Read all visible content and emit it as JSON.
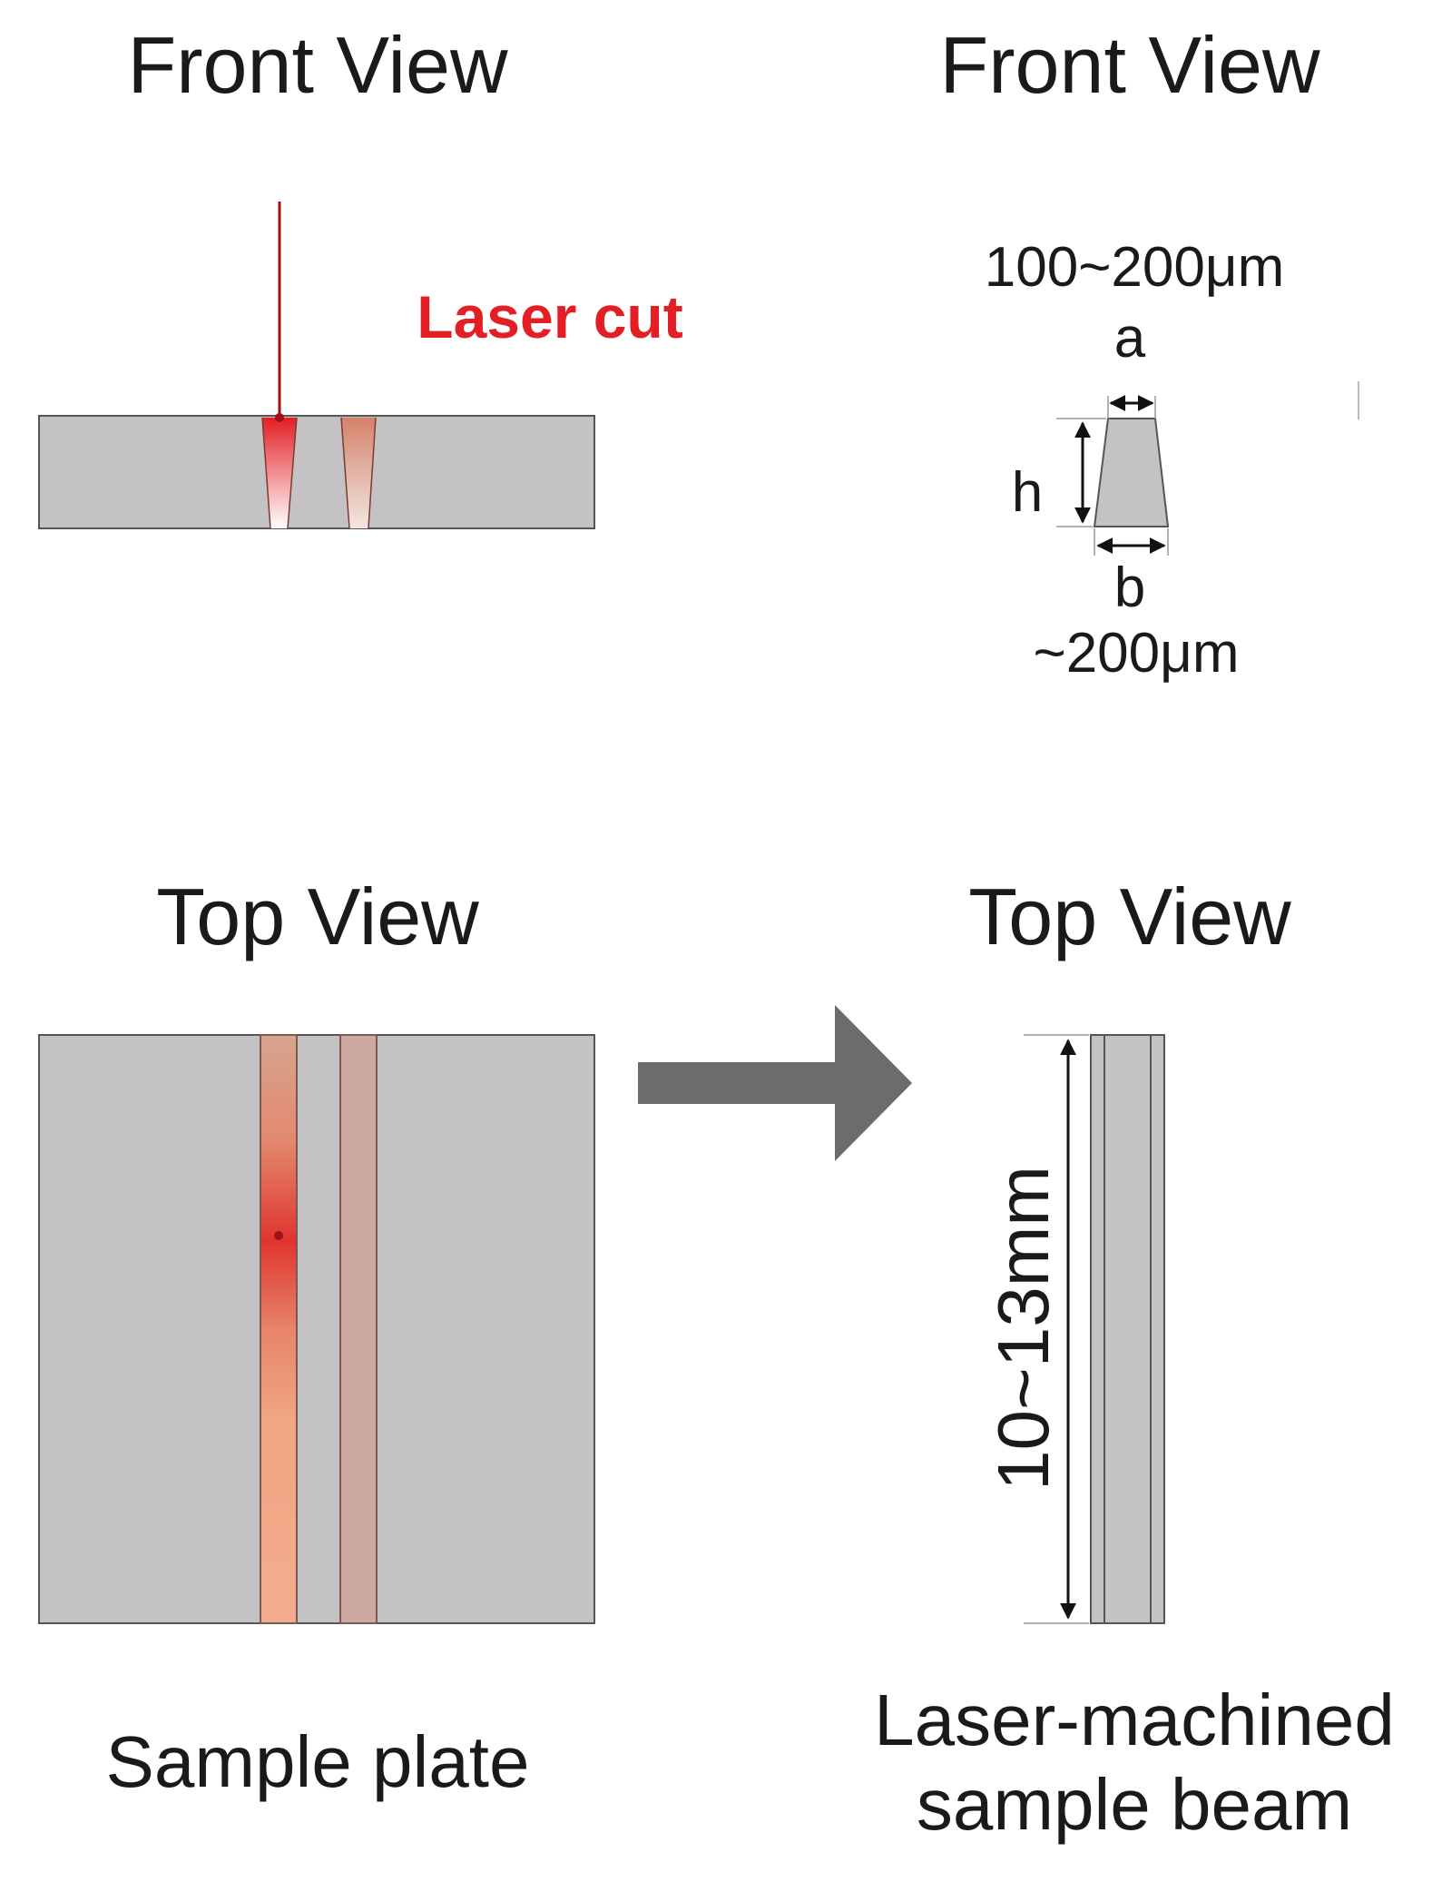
{
  "panels": {
    "front_left": {
      "title": "Front View",
      "laser_label": "Laser cut"
    },
    "front_right": {
      "title": "Front View",
      "top_width_label": "100~200μm",
      "top_letter": "a",
      "height_letter": "h",
      "bottom_letter": "b",
      "bottom_width_label": "~200μm"
    },
    "top_left": {
      "title": "Top View",
      "caption": "Sample plate"
    },
    "top_right": {
      "title": "Top View",
      "length_label": "10~13mm",
      "caption_line1": "Laser-machined",
      "caption_line2": "sample beam"
    }
  },
  "colors": {
    "plate": "#c4c2c4",
    "plate_edge": "#555555",
    "laser": "#e31e24",
    "laser_beam": "#a31015",
    "kerf_faded": "#d4826a",
    "groove_peach": "#f2ab8c",
    "groove_mauve": "#cba9a1",
    "arrow": "#6d6b6b",
    "text": "#1a1a1a"
  },
  "icons": {
    "process_arrow": "right-arrow-icon",
    "dimension_arrows": "double-arrow-icon"
  }
}
